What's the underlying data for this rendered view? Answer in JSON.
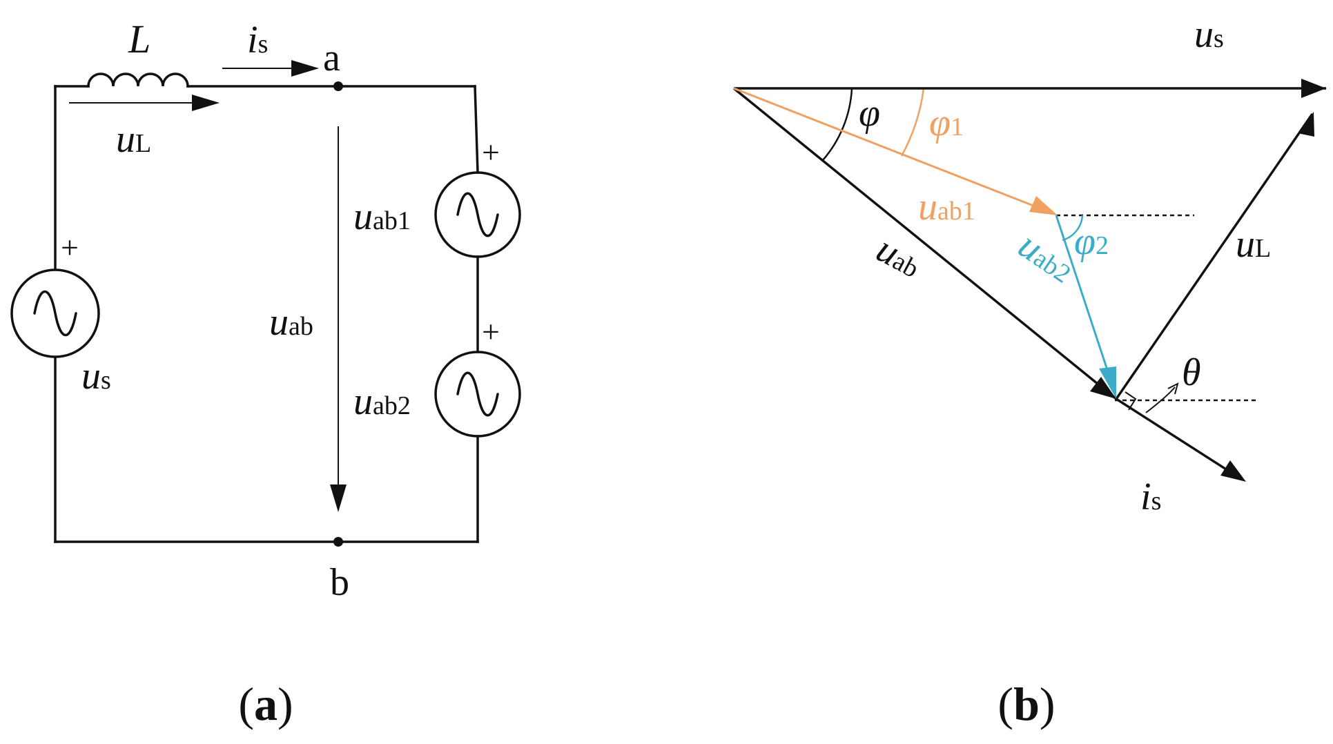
{
  "colors": {
    "line": "#111111",
    "ab1": "#F0A060",
    "ab2": "#3AACC8"
  },
  "circuit": {
    "inductor": "L",
    "current": {
      "base": "i",
      "sub": "s"
    },
    "node_a": "a",
    "node_b": "b",
    "u_L": {
      "base": "u",
      "sub": "L"
    },
    "u_s": {
      "base": "u",
      "sub": "s"
    },
    "u_ab": {
      "base": "u",
      "sub": "ab"
    },
    "u_ab1": {
      "base": "u",
      "sub": "ab1"
    },
    "u_ab2": {
      "base": "u",
      "sub": "ab2"
    },
    "plus": "+"
  },
  "phasor": {
    "u_s": {
      "base": "u",
      "sub": "s"
    },
    "u_L": {
      "base": "u",
      "sub": "L"
    },
    "u_ab": {
      "base": "u",
      "sub": "ab"
    },
    "u_ab1": {
      "base": "u",
      "sub": "ab1"
    },
    "u_ab2": {
      "base": "u",
      "sub": "ab2"
    },
    "i_s": {
      "base": "i",
      "sub": "s"
    },
    "phi": "φ",
    "phi1": {
      "base": "φ",
      "sub": "1"
    },
    "phi2": {
      "base": "φ",
      "sub": "2"
    },
    "theta": "θ"
  },
  "captions": {
    "a": {
      "open": "(",
      "letter": "a",
      "close": ")"
    },
    "b": {
      "open": "(",
      "letter": "b",
      "close": ")"
    }
  }
}
